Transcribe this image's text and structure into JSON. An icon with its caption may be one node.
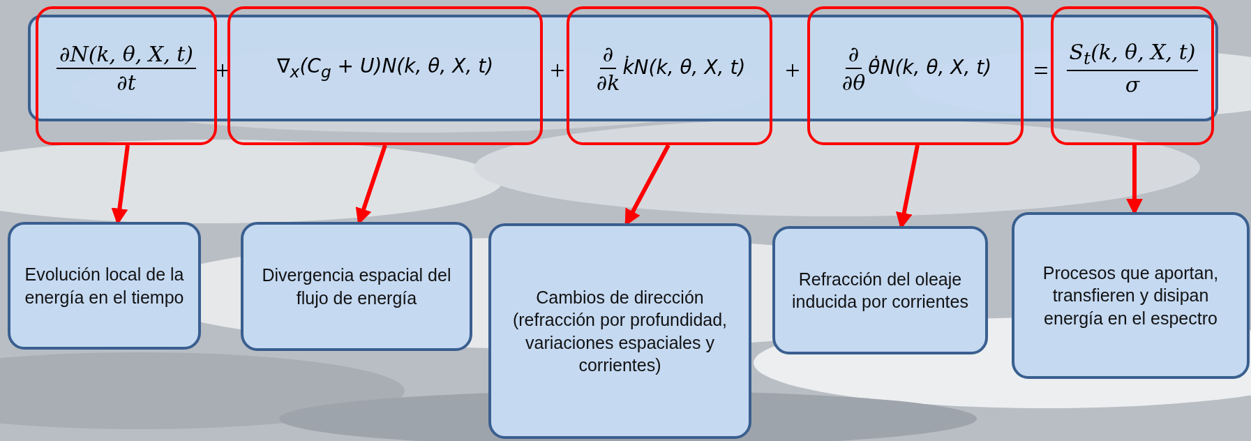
{
  "diagram": {
    "nodes": [
      {
        "text": [
          "+",
          "+",
          "+",
          "="
        ]
      },
      {
        "text": [
          "∂N(k, θ, X, t)",
          "∂t"
        ]
      },
      {
        "text": [
          "∇$_{x}$(C$_{g}$ + U)N(k, θ, X, t)"
        ]
      },
      {
        "text": [
          "∂",
          "∂k",
          "k̇N(k, θ, X, t)"
        ]
      },
      {
        "text": [
          "∂",
          "∂θ",
          "θ̇N(k, θ, X, t)"
        ]
      },
      {
        "text": [
          "S$_{t}$(k, θ, X, t)",
          "σ"
        ]
      },
      {
        "text": [
          "Evolución local de la energía en el tiempo"
        ]
      },
      {
        "text": [
          "Divergencia espacial del flujo de energía"
        ]
      },
      {
        "text": [
          "Cambios de dirección (refracción por profundidad, variaciones espaciales  y corrientes)"
        ]
      },
      {
        "text": [
          "Refracción del oleaje inducida por corrientes"
        ]
      },
      {
        "text": [
          "Procesos que aportan, transfieren y disipan energía en el espectro"
        ]
      }
    ],
    "edges": [
      {
        "from": 1,
        "to": 6,
        "arrow": "to"
      },
      {
        "from": 2,
        "to": 7,
        "arrow": "to"
      },
      {
        "from": 3,
        "to": 8,
        "arrow": "to"
      },
      {
        "from": 4,
        "to": 9,
        "arrow": "to"
      },
      {
        "from": 5,
        "to": 10,
        "arrow": "to"
      }
    ]
  }
}
